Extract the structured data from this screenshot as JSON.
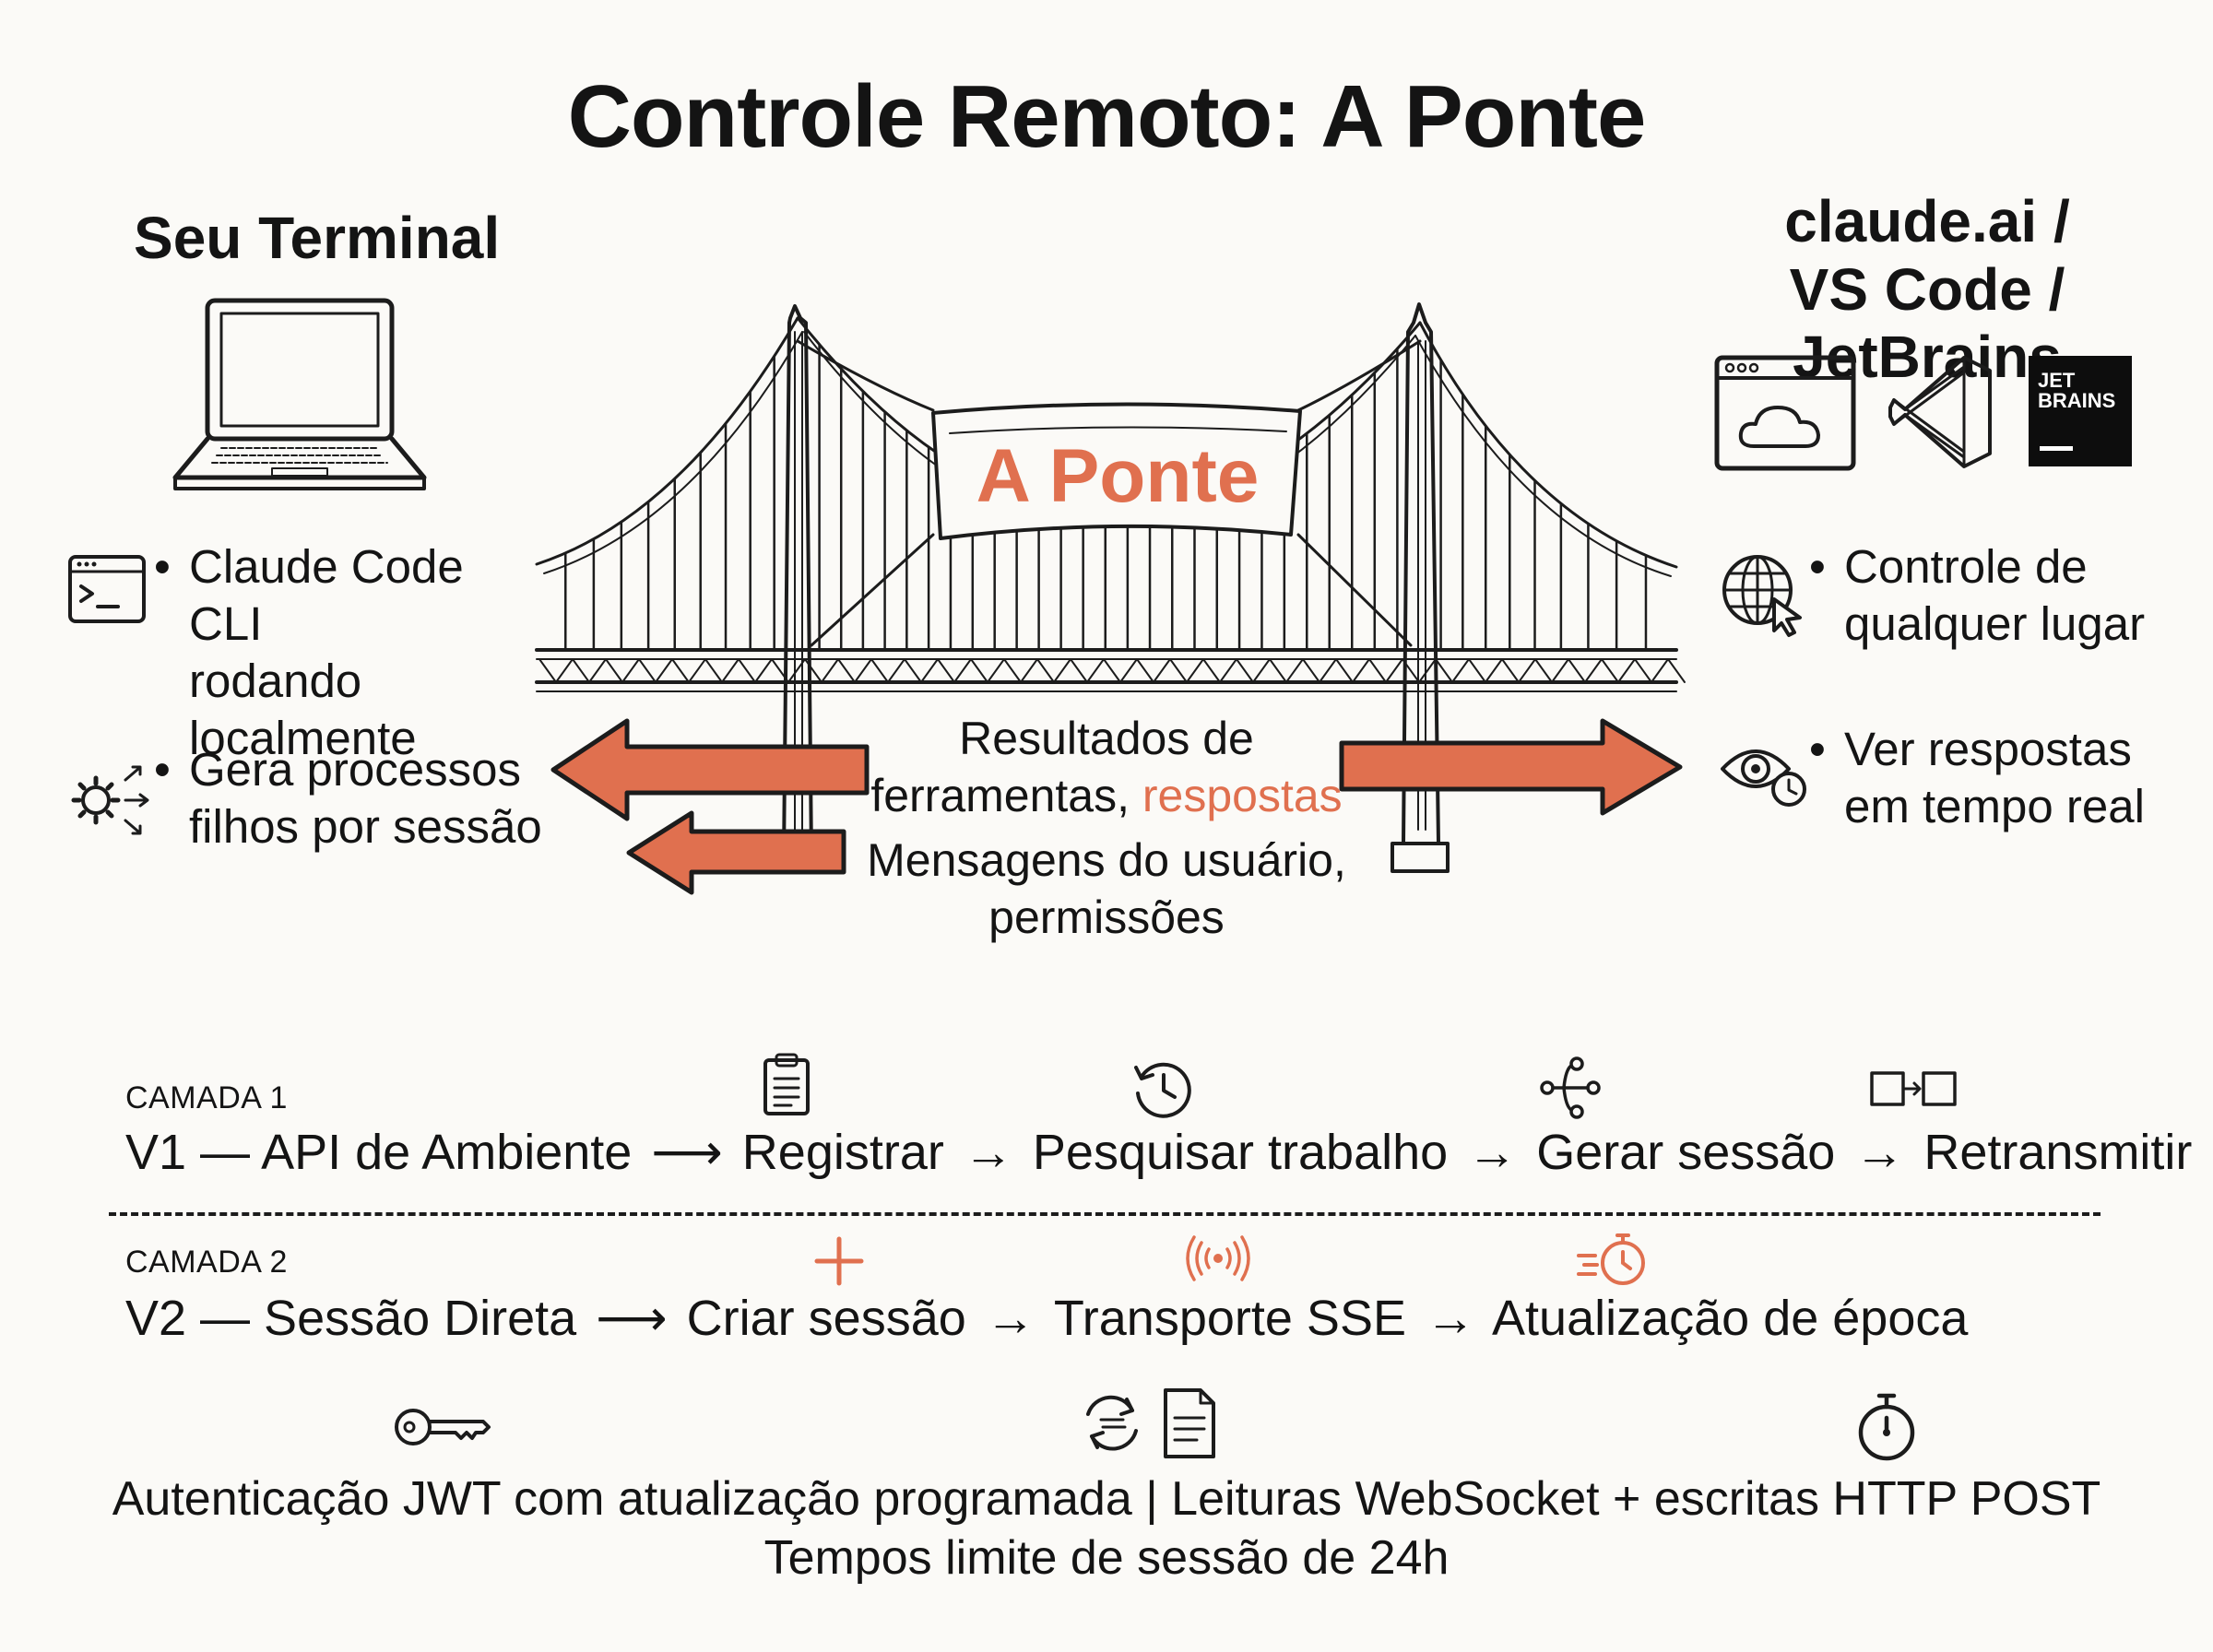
{
  "title": "Controle Remoto: A Ponte",
  "left": {
    "heading": "Seu Terminal",
    "bullets": [
      {
        "lines": [
          "Claude Code CLI",
          "rodando",
          "localmente"
        ],
        "icon": "terminal-window-icon"
      },
      {
        "lines": [
          "Gera processos",
          "filhos por sessão"
        ],
        "icon": "gear-branch-icon"
      }
    ],
    "icon": "laptop-icon"
  },
  "right": {
    "heading_line1": "claude.ai /",
    "heading_line2": "VS Code / JetBrains",
    "logos": [
      "browser-cloud-icon",
      "vscode-icon",
      "jetbrains-icon"
    ],
    "jetbrains_line1": "JET",
    "jetbrains_line2": "BRAINS",
    "bullets": [
      {
        "lines": [
          "Controle de",
          "qualquer lugar"
        ],
        "icon": "globe-cursor-icon"
      },
      {
        "lines": [
          "Ver respostas",
          "em tempo real"
        ],
        "icon": "eye-clock-icon"
      }
    ]
  },
  "bridge": {
    "banner": "A Ponte",
    "flow_to_left_line1": "Resultados de",
    "flow_to_left_line2a": "ferramentas, ",
    "flow_to_left_line2b": "respostas",
    "flow_to_right_line1": "Mensagens do usuário,",
    "flow_to_right_line2": "permissões"
  },
  "layer1": {
    "tag": "CAMADA 1",
    "steps": [
      "V1 — API de Ambiente",
      "Registrar",
      "Pesquisar trabalho",
      "Gerar sessão",
      "Retransmitir"
    ],
    "icons": [
      "clipboard-icon",
      "history-clock-icon",
      "branch-nodes-icon",
      "relay-boxes-icon"
    ]
  },
  "layer2": {
    "tag": "CAMADA 2",
    "steps": [
      "V2 — Sessão Direta",
      "Criar sessão",
      "Transporte SSE",
      "Atualização de época"
    ],
    "icons": [
      "plus-icon",
      "broadcast-icon",
      "fast-timer-icon"
    ]
  },
  "footer": {
    "line1": "Autenticação JWT com atualização programada | Leituras WebSocket + escritas HTTP POST",
    "line2": "Tempos limite de sessão de 24h",
    "icons": [
      "key-icon",
      "sync-document-icon",
      "stopwatch-icon"
    ]
  },
  "colors": {
    "accent": "#e0704f",
    "ink": "#141414",
    "background": "#fbfaf7"
  }
}
